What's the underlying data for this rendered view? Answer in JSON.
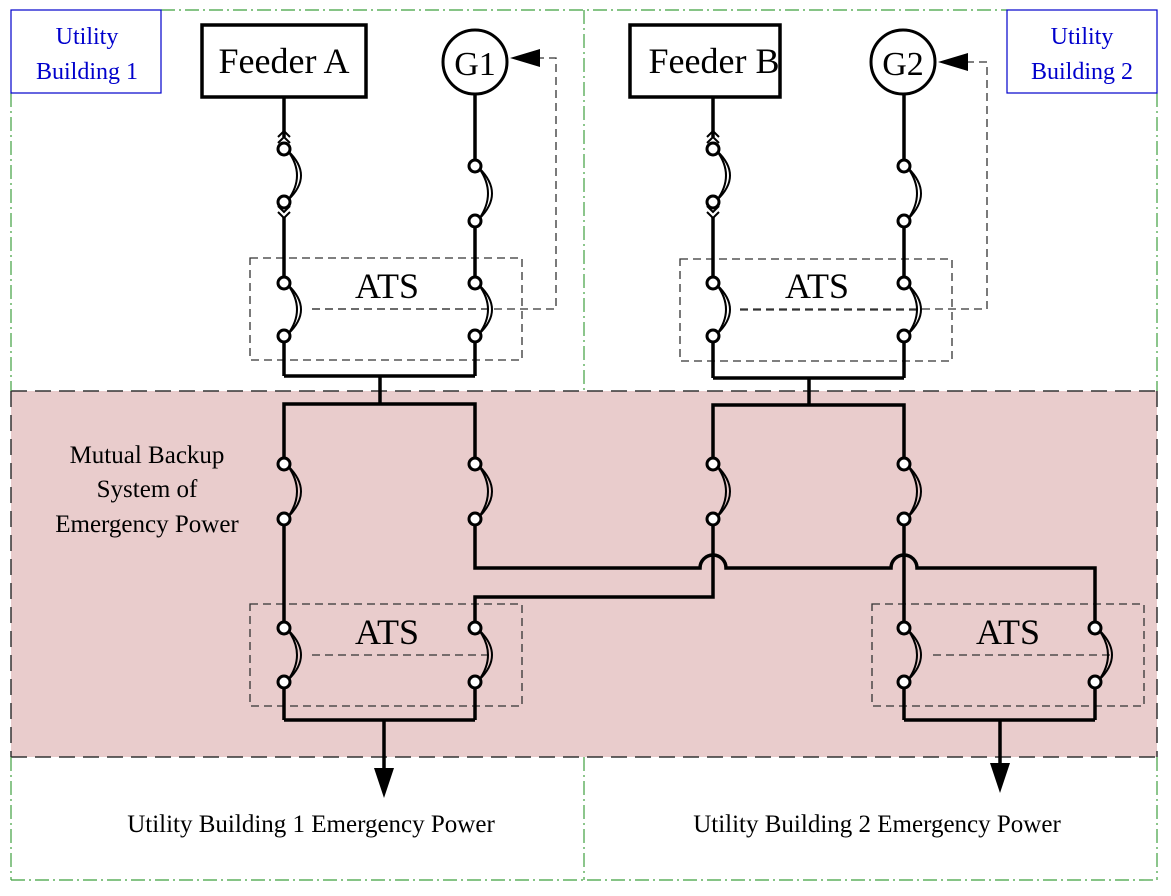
{
  "diagram": {
    "buildings": [
      {
        "id": "b1",
        "label_lines": [
          "Utility",
          "Building 1"
        ],
        "color": "#0000cc"
      },
      {
        "id": "b2",
        "label_lines": [
          "Utility",
          "Building 2"
        ],
        "color": "#0000cc"
      }
    ],
    "sources": {
      "feeder_a": "Feeder A",
      "feeder_b": "Feeder B",
      "g1": "G1",
      "g2": "G2"
    },
    "ats_labels": [
      "ATS",
      "ATS",
      "ATS",
      "ATS"
    ],
    "mutual_backup_lines": [
      "Mutual Backup",
      "System of",
      "Emergency Power"
    ],
    "outputs": [
      "Utility Building 1 Emergency Power",
      "Utility Building 2 Emergency Power"
    ],
    "colors": {
      "backup_zone_fill": "#e9cccc",
      "building_border": "#3fa03f",
      "building_label": "#0000cc",
      "wire": "#000000"
    }
  }
}
